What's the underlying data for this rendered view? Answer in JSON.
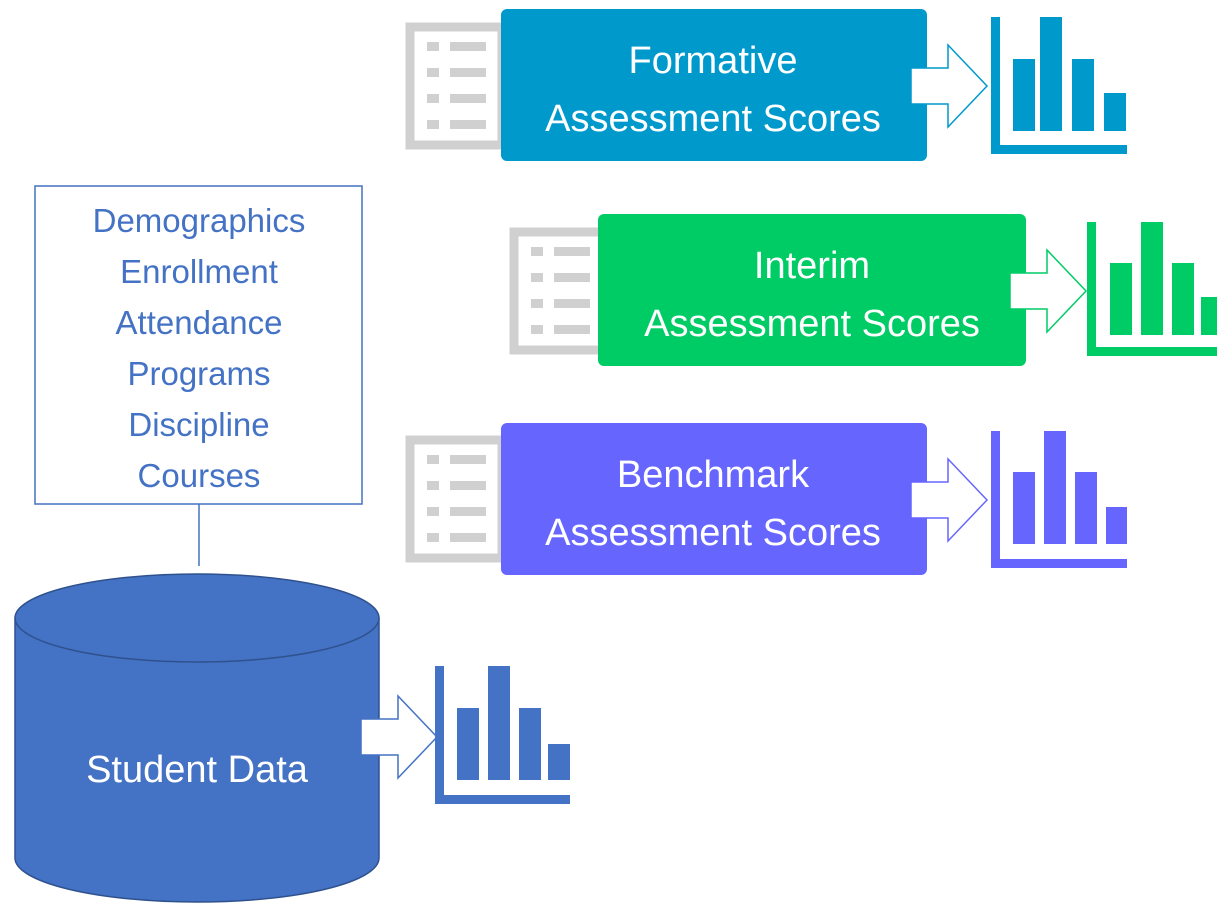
{
  "assessments": [
    {
      "line1": "Formative",
      "line2": "Assessment Scores",
      "color": "#0099CC"
    },
    {
      "line1": "Interim",
      "line2": "Assessment Scores",
      "color": "#00CC66"
    },
    {
      "line1": "Benchmark",
      "line2": "Assessment Scores",
      "color": "#6666FF"
    }
  ],
  "student_fields": [
    "Demographics",
    "Enrollment",
    "Attendance",
    "Programs",
    "Discipline",
    "Courses"
  ],
  "database": {
    "label": "Student Data",
    "color": "#4472C4"
  },
  "colors": {
    "doc_icon": "#D0D0D0",
    "text_blue": "#4472C4",
    "box_border": "#4472C4"
  },
  "icons": {
    "document": "document-list-icon",
    "arrow": "right-arrow-icon",
    "chart": "bar-chart-icon"
  }
}
